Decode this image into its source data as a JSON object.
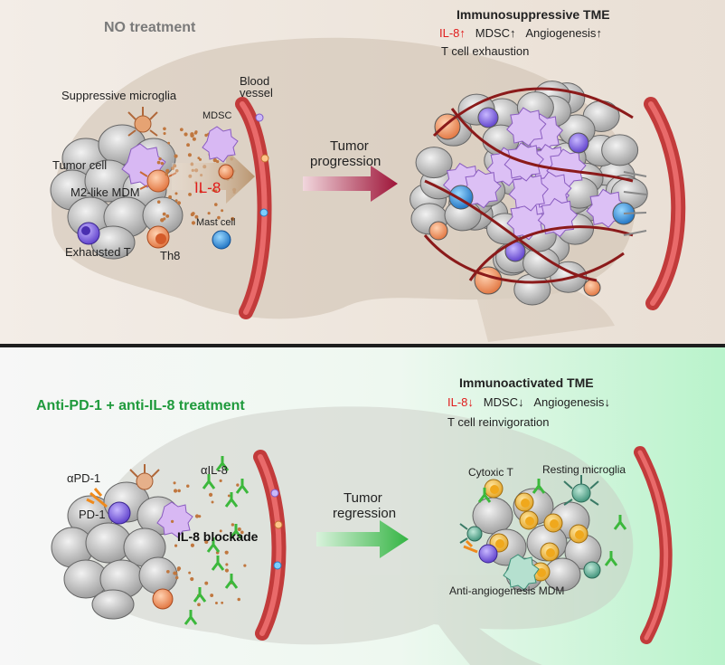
{
  "top": {
    "condition_title": "NO treatment",
    "tme_title": "Immunosuppressive TME",
    "il8_marker": "IL-8",
    "mdsc_marker": "MDSC",
    "angio_marker": "Angiogenesis",
    "up_arrow": "↑",
    "tcell_status": "T cell exhaustion",
    "labels": {
      "suppressive_microglia": "Suppressive microglia",
      "blood_vessel_1": "Blood",
      "blood_vessel_2": "vessel",
      "mdsc": "MDSC",
      "tumor_cell": "Tumor cell",
      "m2_mdm": "M2-like MDM",
      "il8": "IL-8",
      "mast_cell": "Mast cell",
      "exhausted_t": "Exhausted T",
      "th8": "Th8"
    },
    "arrow_label_1": "Tumor",
    "arrow_label_2": "progression"
  },
  "bottom": {
    "condition_title": "Anti-PD-1 + anti-IL-8 treatment",
    "tme_title": "Immunoactivated TME",
    "il8_marker": "IL-8",
    "mdsc_marker": "MDSC",
    "angio_marker": "Angiogenesis",
    "down_arrow": "↓",
    "tcell_status": "T cell reinvigoration",
    "labels": {
      "apd1": "αPD-1",
      "pd1": "PD-1",
      "ail8": "αIL-8",
      "blockade": "IL-8 blockade",
      "cytoxic_t": "Cytoxic T",
      "resting_microglia": "Resting microglia",
      "anti_angio_mdm": "Anti-angiogenesis MDM"
    },
    "arrow_label_1": "Tumor",
    "arrow_label_2": "regression"
  },
  "colors": {
    "top_bg": "#efe7df",
    "bottom_bg_start": "#f7f7f7",
    "bottom_bg_end": "#bff5cf",
    "brain": "#c9b9a6",
    "vessel": "#d94a4a",
    "progression_arrow": "#a0163a",
    "regression_arrow": "#3dbb4a",
    "divider": "#222222"
  }
}
